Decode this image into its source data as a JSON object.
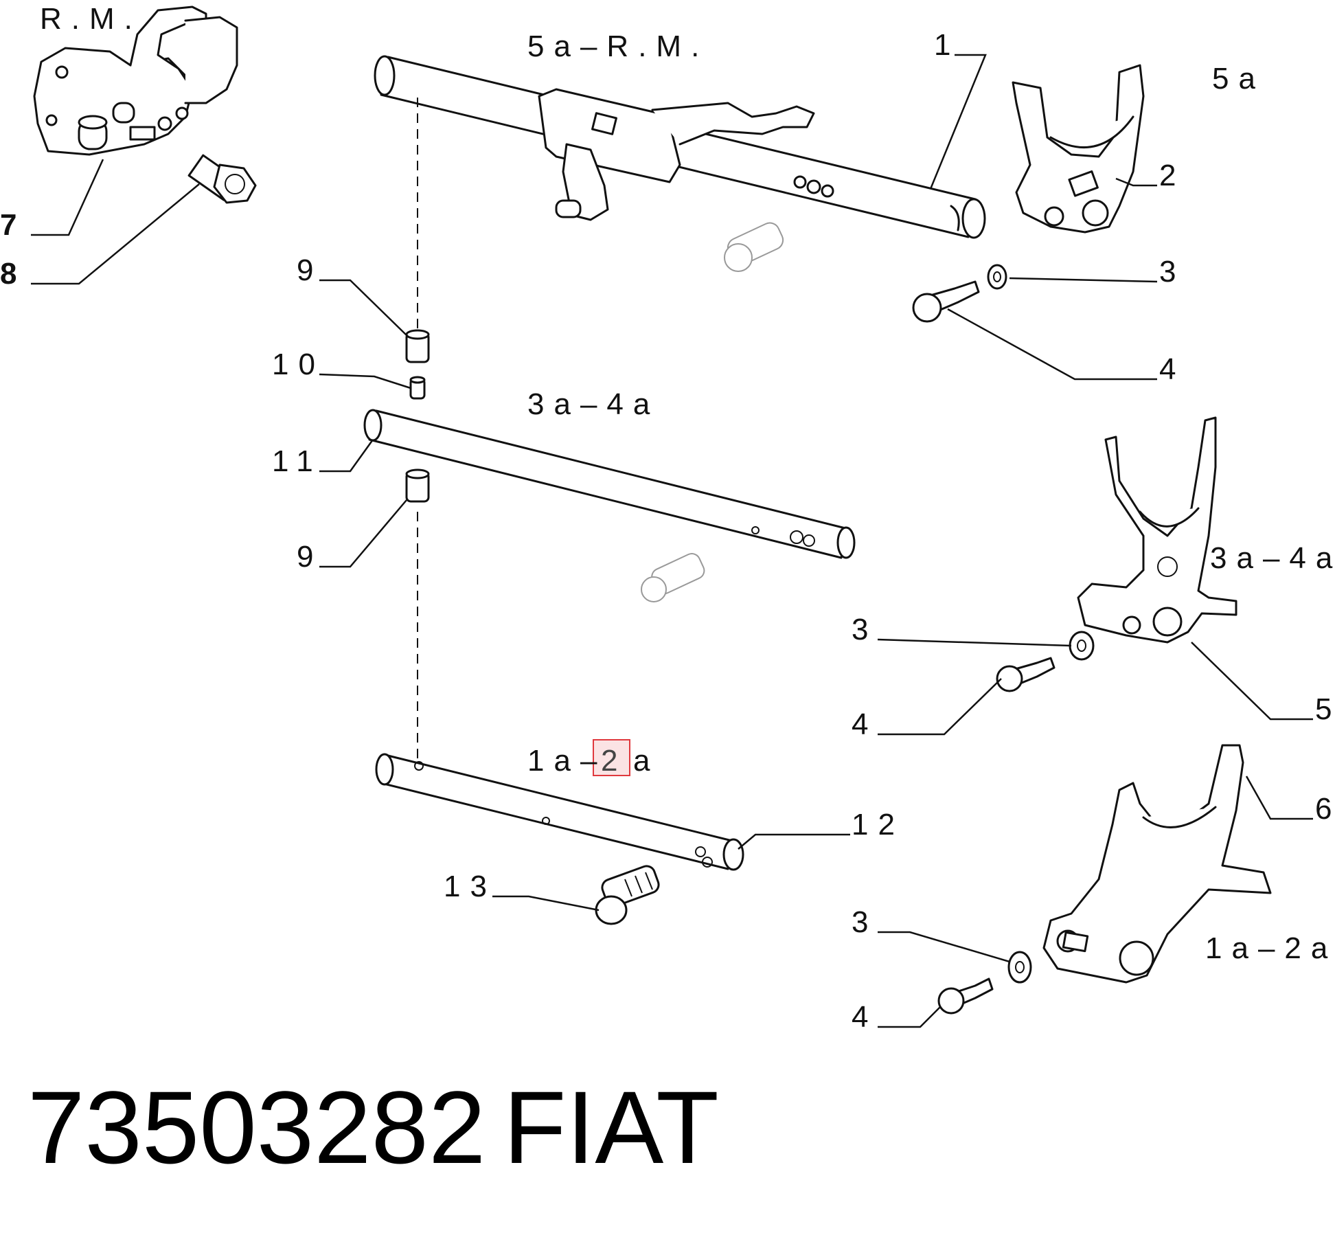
{
  "diagram": {
    "rail_labels": {
      "top_left": "R.M.",
      "top_rail": "5a–R.M.",
      "middle_rail": "3a–4a",
      "bottom_rail_prefix": "1a–",
      "bottom_rail_highlight": "2",
      "bottom_rail_suffix": "a",
      "fork_5a": "5a",
      "fork_3a4a": "3a–4a",
      "fork_1a2a": "1a–2a"
    },
    "callouts": {
      "c1": "1",
      "c2": "2",
      "c3_top": "3",
      "c4_top": "4",
      "c3_mid": "3",
      "c4_mid": "4",
      "c5": "5",
      "c6": "6",
      "c3_bot": "3",
      "c4_bot": "4",
      "c7": "7",
      "c8": "8",
      "c9_top": "9",
      "c10": "10",
      "c11": "11",
      "c9_mid": "9",
      "c12": "12",
      "c13": "13"
    },
    "colors": {
      "highlight_border": "#e0393e",
      "highlight_fill": "#fbe3e4"
    }
  },
  "footer": {
    "part_number": "73503282",
    "brand": "FIAT"
  }
}
